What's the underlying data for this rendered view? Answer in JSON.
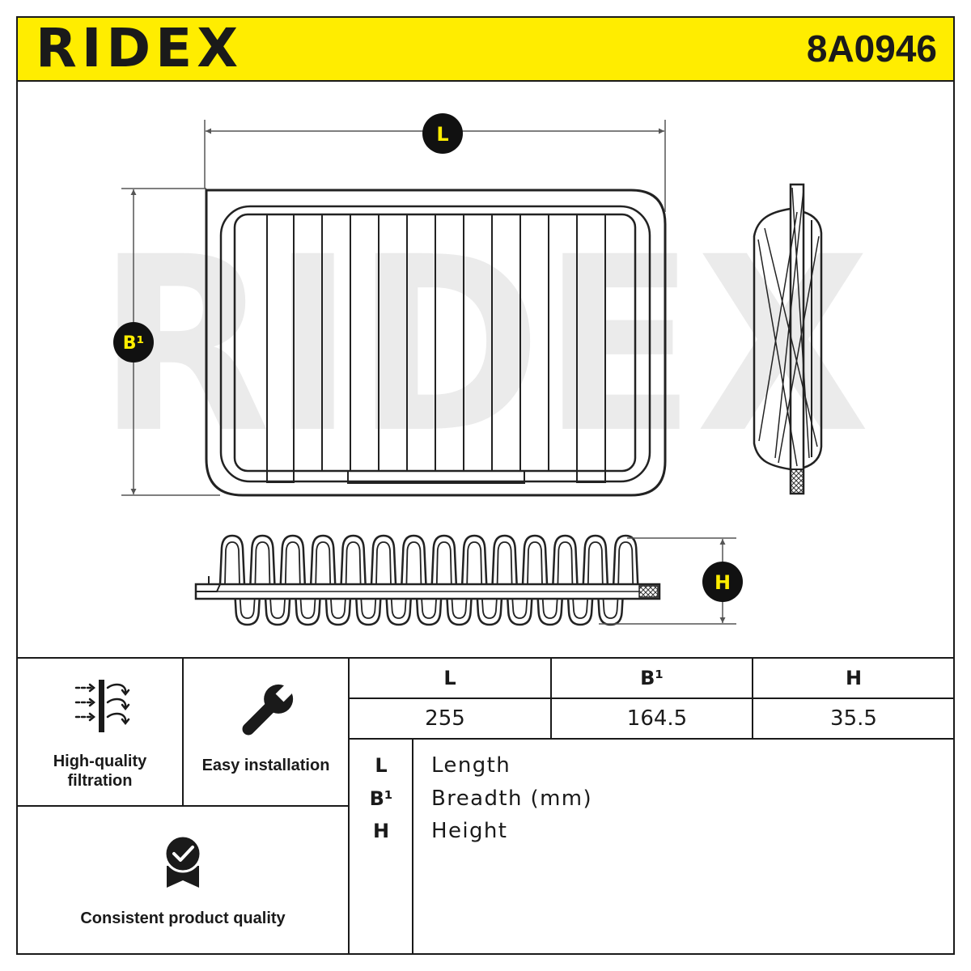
{
  "header": {
    "brand": "RIDEX",
    "part_number": "8A0946",
    "background_color": "#FFED00"
  },
  "drawing": {
    "watermark": "RIDEX",
    "watermark_color": "#EBEBEB",
    "dimension_labels": {
      "length": "L",
      "breadth": "B¹",
      "height": "H"
    },
    "label_badge_color": "#111111",
    "label_text_color": "#FFED00"
  },
  "features": [
    {
      "icon": "filtration-icon",
      "label": "High-quality\nfiltration"
    },
    {
      "icon": "wrench-icon",
      "label": "Easy installation"
    },
    {
      "icon": "quality-badge-icon",
      "label": "Consistent product quality"
    }
  ],
  "dimensions_table": {
    "headers": [
      "L",
      "B¹",
      "H"
    ],
    "values": [
      "255",
      "164.5",
      "35.5"
    ]
  },
  "legend": [
    {
      "symbol": "L",
      "description": "Length"
    },
    {
      "symbol": "B¹",
      "description": "Breadth (mm)"
    },
    {
      "symbol": "H",
      "description": "Height"
    }
  ]
}
